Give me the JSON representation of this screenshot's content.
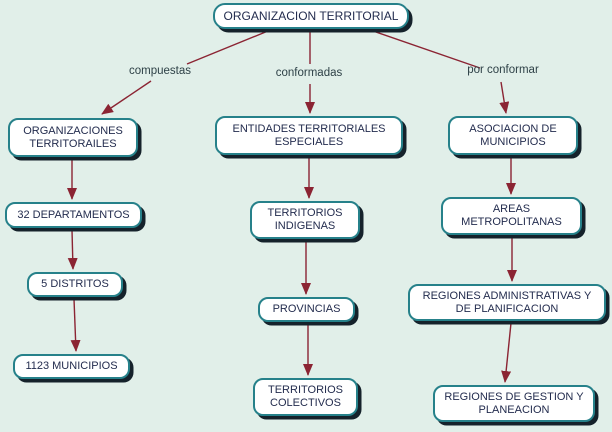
{
  "title": "ORGANIZACION TERRITORIAL concept map",
  "colors": {
    "background": "#e1efe9",
    "box_fill": "#ffffff",
    "box_border": "#26818a",
    "box_shadow": "#15222b",
    "box_text": "#232c4e",
    "link_label_text": "#2e4147",
    "arrow": "#8b2433"
  },
  "root": {
    "label": "ORGANIZACION TERRITORIAL"
  },
  "links": [
    {
      "label": "compuestas"
    },
    {
      "label": "conformadas"
    },
    {
      "label": "por conformar"
    }
  ],
  "columns": [
    {
      "boxes": [
        {
          "label": "ORGANIZACIONES TERRITORAILES"
        },
        {
          "label": "32 DEPARTAMENTOS"
        },
        {
          "label": "5 DISTRITOS"
        },
        {
          "label": "1123 MUNICIPIOS"
        }
      ]
    },
    {
      "boxes": [
        {
          "label": "ENTIDADES TERRITORIALES ESPECIALES"
        },
        {
          "label": "TERRITORIOS INDIGENAS"
        },
        {
          "label": "PROVINCIAS"
        },
        {
          "label": "TERRITORIOS COLECTIVOS"
        }
      ]
    },
    {
      "boxes": [
        {
          "label": "ASOCIACION DE MUNICIPIOS"
        },
        {
          "label": "AREAS METROPOLITANAS"
        },
        {
          "label": "REGIONES ADMINISTRATIVAS Y DE PLANIFICACION"
        },
        {
          "label": "REGIONES DE GESTION Y PLANEACION"
        }
      ]
    }
  ]
}
